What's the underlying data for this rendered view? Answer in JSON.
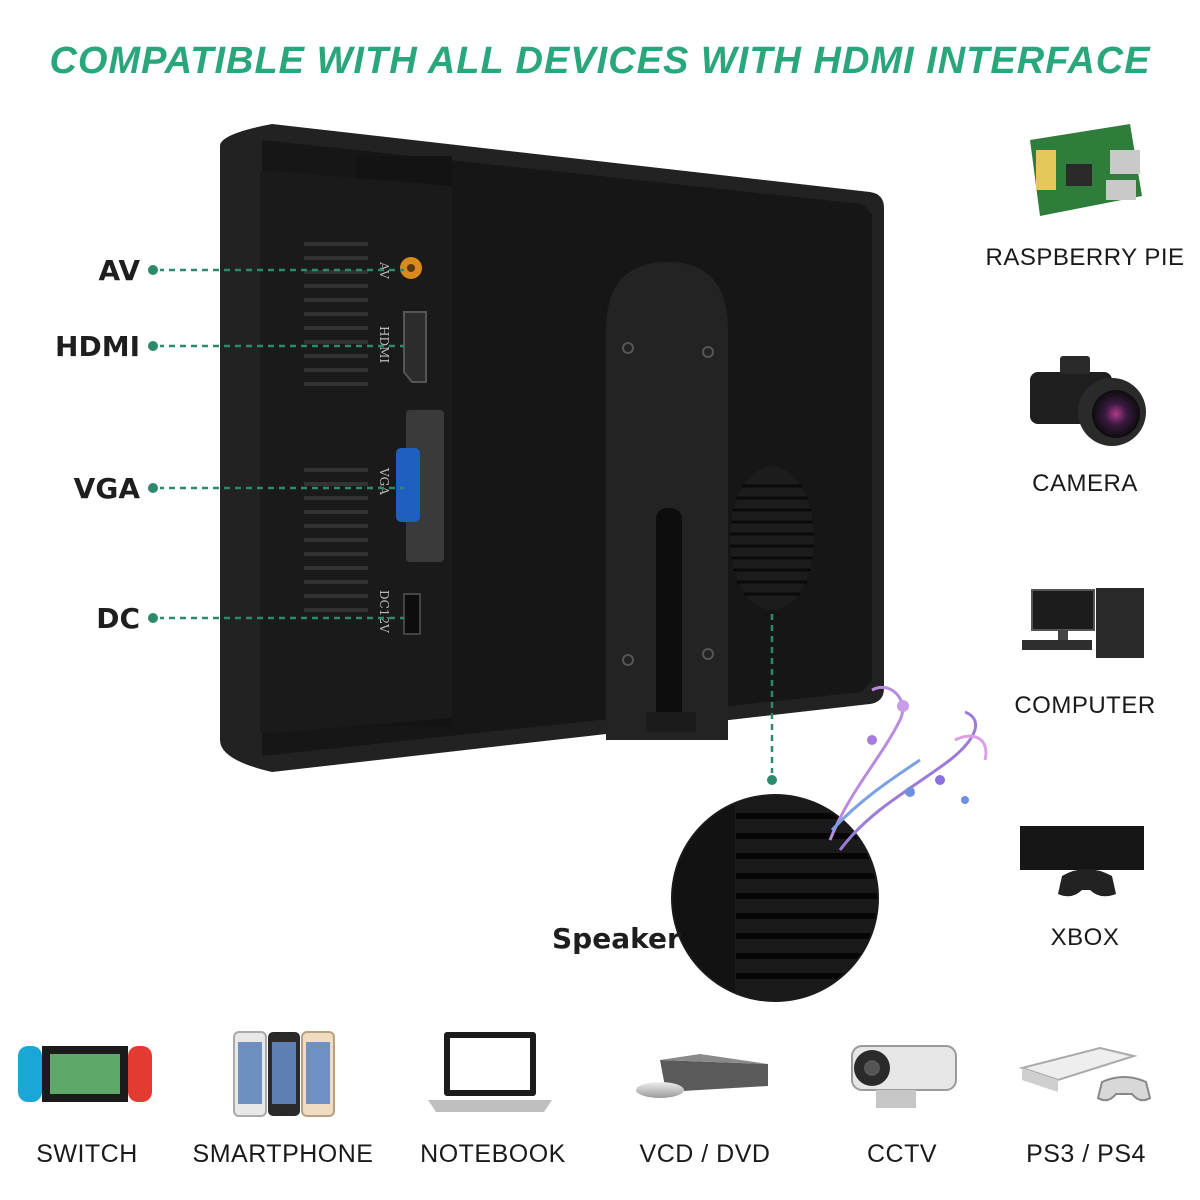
{
  "headline": "COMPATIBLE WITH ALL DEVICES WITH HDMI INTERFACE",
  "colors": {
    "accent": "#2aa77a",
    "monitor": "#1b1b1b",
    "vga_blue": "#1f5fbf",
    "av_orange": "#d98a1c"
  },
  "ports": [
    {
      "label": "AV",
      "silk": "AV"
    },
    {
      "label": "HDMI",
      "silk": "HDMI"
    },
    {
      "label": "VGA",
      "silk": "VGA"
    },
    {
      "label": "DC",
      "silk": "DC12V"
    }
  ],
  "speaker_label": "Speaker",
  "devices_right": [
    {
      "label": "RASPBERRY PIE",
      "icon": "raspberry-pi-icon"
    },
    {
      "label": "CAMERA",
      "icon": "camera-icon"
    },
    {
      "label": "COMPUTER",
      "icon": "computer-icon"
    },
    {
      "label": "XBOX",
      "icon": "xbox-icon"
    }
  ],
  "devices_bottom": [
    {
      "label": "SWITCH",
      "icon": "switch-console-icon"
    },
    {
      "label": "SMARTPHONE",
      "icon": "smartphone-icon"
    },
    {
      "label": "NOTEBOOK",
      "icon": "notebook-icon"
    },
    {
      "label": "VCD / DVD",
      "icon": "dvd-player-icon"
    },
    {
      "label": "CCTV",
      "icon": "cctv-camera-icon"
    },
    {
      "label": "PS3 / PS4",
      "icon": "playstation-icon"
    }
  ]
}
